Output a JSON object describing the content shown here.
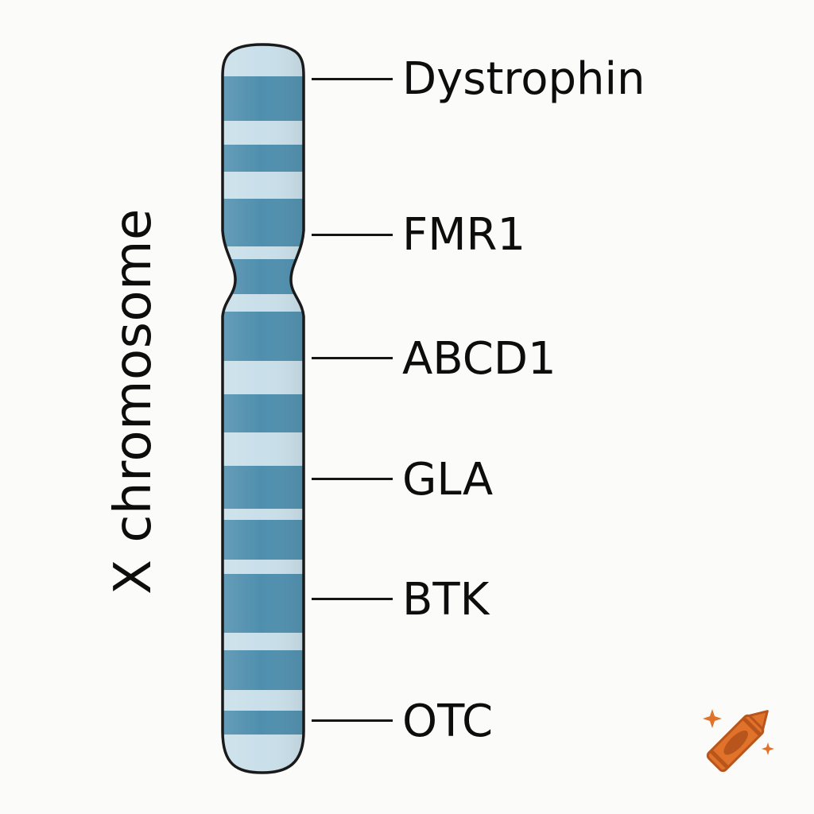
{
  "diagram": {
    "title": "X chromosome",
    "genes": [
      {
        "name": "Dystrophin"
      },
      {
        "name": "FMR1"
      },
      {
        "name": "ABCD1"
      },
      {
        "name": "GLA"
      },
      {
        "name": "BTK"
      },
      {
        "name": "OTC"
      }
    ]
  },
  "colors": {
    "dark_band": "#4f8fae",
    "light_band": "#c9dfe9",
    "outline": "#1a1a1a",
    "logo_orange": "#e0722a",
    "logo_dark": "#b8551c"
  },
  "icons": {
    "logo": "crayon-sparkle-icon"
  }
}
